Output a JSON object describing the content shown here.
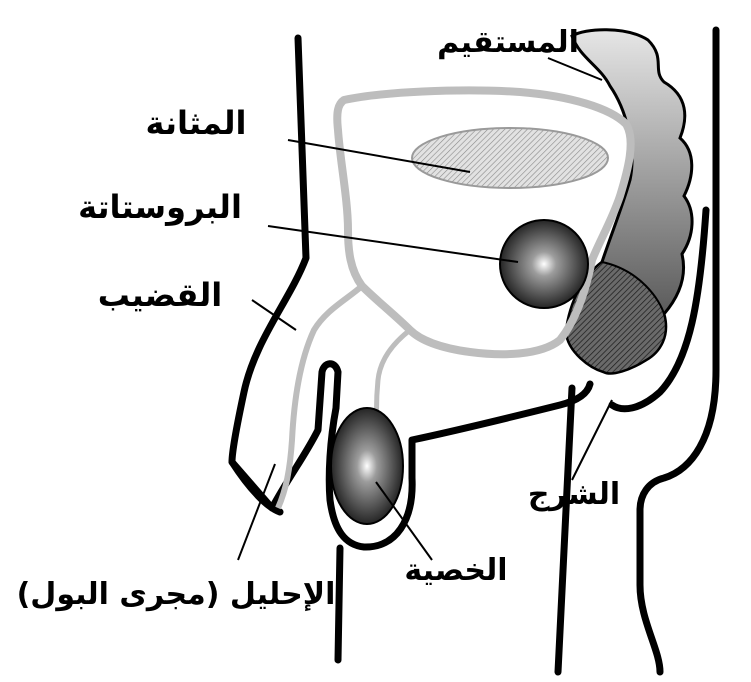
{
  "labels": {
    "rectum": "المستقيم",
    "bladder": "المثانة",
    "prostate": "البروستاتة",
    "penis": "القضيب",
    "urethra": "الإحليل (مجرى البول)",
    "testis": "الخصية",
    "anus": "الشرج"
  },
  "colors": {
    "ink": "#000000",
    "bladder_wall": "#bdbdbd",
    "bladder_lumen": "#9a9a9a",
    "rectum_light": "#c9c9c9",
    "rectum_dark": "#5a5a5a"
  }
}
